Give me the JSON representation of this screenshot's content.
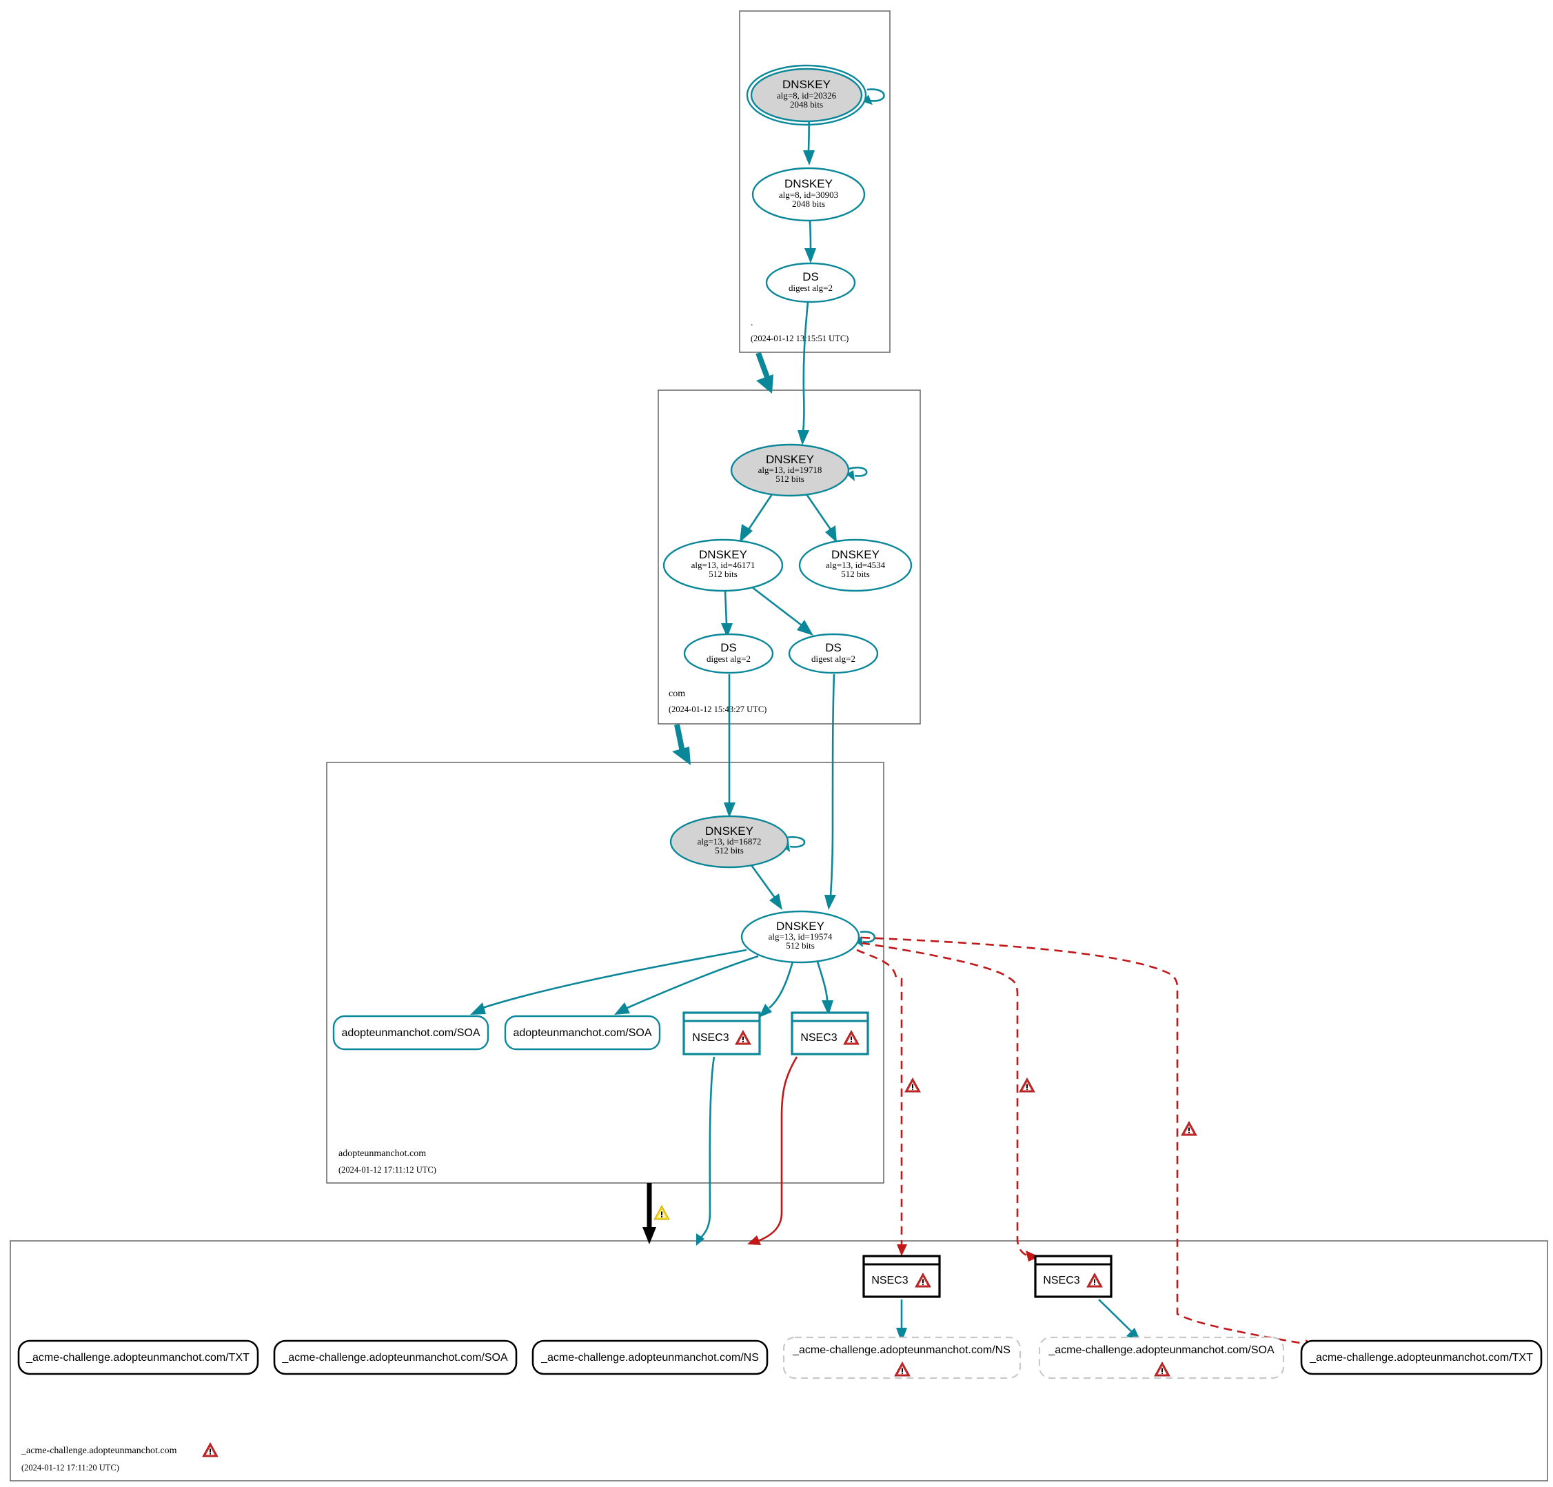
{
  "colors": {
    "secure": "#0a8799",
    "bogus": "#c01818",
    "insecure": "#000000",
    "ksk_fill": "#d3d3d3",
    "zone_border": "#6e6e6e",
    "warning_red": "#c8282a",
    "warning_yellow": "#f2d21b"
  },
  "zones": [
    {
      "id": "root",
      "name": ".",
      "timestamp": "(2024-01-12 13:15:51 UTC)",
      "nodes": [
        {
          "id": "root-ksk",
          "type": "DNSKEY",
          "title": "DNSKEY",
          "line1": "alg=8, id=20326",
          "line2": "2048 bits",
          "trust_anchor": true,
          "ksk": true
        },
        {
          "id": "root-zsk",
          "type": "DNSKEY",
          "title": "DNSKEY",
          "line1": "alg=8, id=30903",
          "line2": "2048 bits"
        },
        {
          "id": "root-ds",
          "type": "DS",
          "title": "DS",
          "line1": "digest alg=2"
        }
      ]
    },
    {
      "id": "com",
      "name": "com",
      "timestamp": "(2024-01-12 15:43:27 UTC)",
      "nodes": [
        {
          "id": "com-ksk",
          "type": "DNSKEY",
          "title": "DNSKEY",
          "line1": "alg=13, id=19718",
          "line2": "512 bits",
          "ksk": true
        },
        {
          "id": "com-zsk1",
          "type": "DNSKEY",
          "title": "DNSKEY",
          "line1": "alg=13, id=46171",
          "line2": "512 bits"
        },
        {
          "id": "com-zsk2",
          "type": "DNSKEY",
          "title": "DNSKEY",
          "line1": "alg=13, id=4534",
          "line2": "512 bits"
        },
        {
          "id": "com-ds1",
          "type": "DS",
          "title": "DS",
          "line1": "digest alg=2"
        },
        {
          "id": "com-ds2",
          "type": "DS",
          "title": "DS",
          "line1": "digest alg=2"
        }
      ]
    },
    {
      "id": "adopteunmanchot",
      "name": "adopteunmanchot.com",
      "timestamp": "(2024-01-12 17:11:12 UTC)",
      "nodes": [
        {
          "id": "adm-ksk",
          "type": "DNSKEY",
          "title": "DNSKEY",
          "line1": "alg=13, id=16872",
          "line2": "512 bits",
          "ksk": true
        },
        {
          "id": "adm-zsk",
          "type": "DNSKEY",
          "title": "DNSKEY",
          "line1": "alg=13, id=19574",
          "line2": "512 bits"
        }
      ],
      "rrsets": [
        {
          "id": "adm-soa1",
          "label": "adopteunmanchot.com/SOA"
        },
        {
          "id": "adm-soa2",
          "label": "adopteunmanchot.com/SOA"
        }
      ],
      "nsec3": [
        {
          "id": "adm-nsec3-1",
          "label": "NSEC3",
          "warning": true
        },
        {
          "id": "adm-nsec3-2",
          "label": "NSEC3",
          "warning": true
        }
      ]
    },
    {
      "id": "acme",
      "name": "_acme-challenge.adopteunmanchot.com",
      "name_warning": true,
      "timestamp": "(2024-01-12 17:11:20 UTC)",
      "nsec3": [
        {
          "id": "acme-nsec3-1",
          "label": "NSEC3",
          "warning": true
        },
        {
          "id": "acme-nsec3-2",
          "label": "NSEC3",
          "warning": true
        }
      ],
      "rrsets": [
        {
          "id": "acme-txt1",
          "label": "_acme-challenge.adopteunmanchot.com/TXT",
          "status": "insecure"
        },
        {
          "id": "acme-soa1",
          "label": "_acme-challenge.adopteunmanchot.com/SOA",
          "status": "insecure"
        },
        {
          "id": "acme-ns1",
          "label": "_acme-challenge.adopteunmanchot.com/NS",
          "status": "insecure"
        },
        {
          "id": "acme-ns-nx",
          "label": "_acme-challenge.adopteunmanchot.com/NS",
          "status": "non-existent",
          "warning": true
        },
        {
          "id": "acme-soa-nx",
          "label": "_acme-challenge.adopteunmanchot.com/SOA",
          "status": "non-existent",
          "warning": true
        },
        {
          "id": "acme-txt2",
          "label": "_acme-challenge.adopteunmanchot.com/TXT",
          "status": "insecure"
        }
      ]
    }
  ],
  "edges": [
    {
      "from": "root-ksk",
      "to": "root-ksk",
      "status": "secure",
      "kind": "self-signature"
    },
    {
      "from": "root-ksk",
      "to": "root-zsk",
      "status": "secure"
    },
    {
      "from": "root-zsk",
      "to": "root-ds",
      "status": "secure"
    },
    {
      "from": "root-ds",
      "to": "com-ksk",
      "status": "secure"
    },
    {
      "from": "root",
      "to": "com",
      "status": "secure",
      "kind": "delegation"
    },
    {
      "from": "com-ksk",
      "to": "com-ksk",
      "status": "secure",
      "kind": "self-signature"
    },
    {
      "from": "com-ksk",
      "to": "com-zsk1",
      "status": "secure"
    },
    {
      "from": "com-ksk",
      "to": "com-zsk2",
      "status": "secure"
    },
    {
      "from": "com-zsk1",
      "to": "com-ds1",
      "status": "secure"
    },
    {
      "from": "com-zsk1",
      "to": "com-ds2",
      "status": "secure"
    },
    {
      "from": "com-ds1",
      "to": "adm-ksk",
      "status": "secure"
    },
    {
      "from": "com-ds2",
      "to": "adm-zsk",
      "status": "secure"
    },
    {
      "from": "com",
      "to": "adopteunmanchot",
      "status": "secure",
      "kind": "delegation"
    },
    {
      "from": "adm-ksk",
      "to": "adm-ksk",
      "status": "secure",
      "kind": "self-signature"
    },
    {
      "from": "adm-ksk",
      "to": "adm-zsk",
      "status": "secure"
    },
    {
      "from": "adm-zsk",
      "to": "adm-zsk",
      "status": "secure",
      "kind": "self-signature"
    },
    {
      "from": "adm-zsk",
      "to": "adm-soa1",
      "status": "secure"
    },
    {
      "from": "adm-zsk",
      "to": "adm-soa2",
      "status": "secure"
    },
    {
      "from": "adm-zsk",
      "to": "adm-nsec3-1",
      "status": "secure"
    },
    {
      "from": "adm-zsk",
      "to": "adm-nsec3-2",
      "status": "secure"
    },
    {
      "from": "adm-zsk",
      "to": "acme-nsec3-1",
      "status": "bogus",
      "warning": true
    },
    {
      "from": "adm-zsk",
      "to": "acme-nsec3-2",
      "status": "bogus",
      "warning": true
    },
    {
      "from": "adm-zsk",
      "to": "acme-txt2",
      "status": "bogus",
      "warning": true
    },
    {
      "from": "adm-nsec3-1",
      "to": "acme",
      "status": "secure"
    },
    {
      "from": "adm-nsec3-2",
      "to": "acme",
      "status": "bogus"
    },
    {
      "from": "adopteunmanchot",
      "to": "acme",
      "status": "insecure",
      "kind": "delegation",
      "warning": "yellow"
    },
    {
      "from": "acme-nsec3-1",
      "to": "acme-ns-nx",
      "status": "secure"
    },
    {
      "from": "acme-nsec3-2",
      "to": "acme-soa-nx",
      "status": "secure"
    }
  ]
}
